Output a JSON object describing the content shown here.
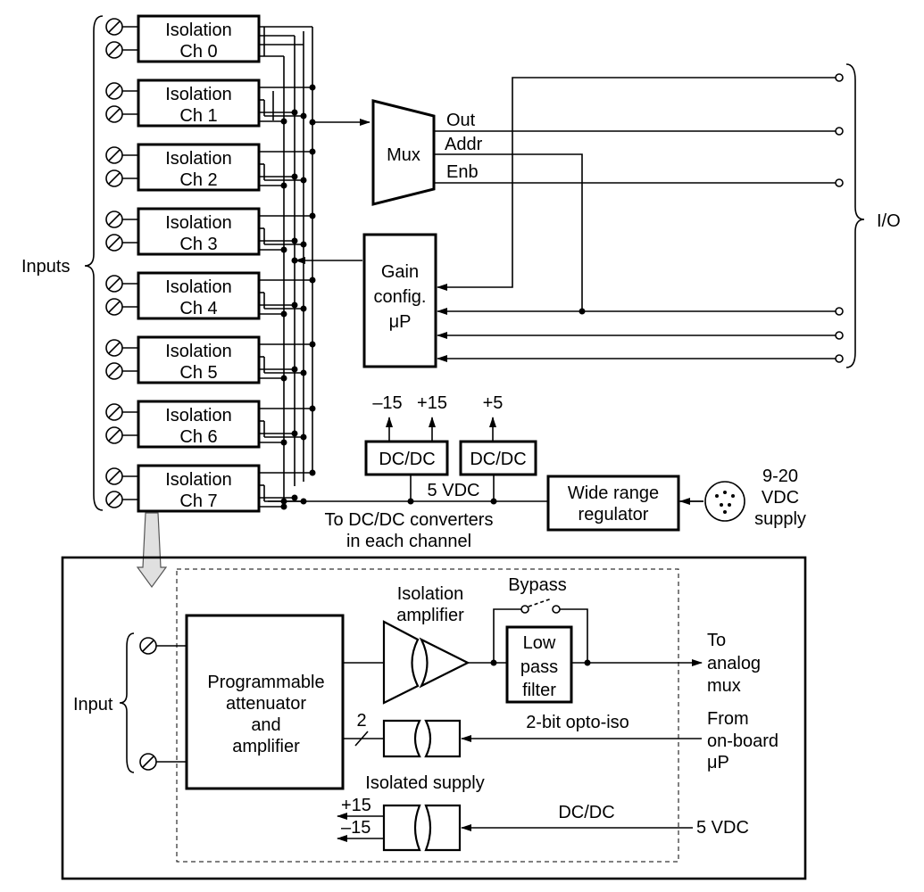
{
  "inputs_label": "Inputs",
  "io_label": "I/O",
  "channels": [
    {
      "line1": "Isolation",
      "line2": "Ch 0"
    },
    {
      "line1": "Isolation",
      "line2": "Ch 1"
    },
    {
      "line1": "Isolation",
      "line2": "Ch 2"
    },
    {
      "line1": "Isolation",
      "line2": "Ch 3"
    },
    {
      "line1": "Isolation",
      "line2": "Ch 4"
    },
    {
      "line1": "Isolation",
      "line2": "Ch 5"
    },
    {
      "line1": "Isolation",
      "line2": "Ch 6"
    },
    {
      "line1": "Isolation",
      "line2": "Ch 7"
    }
  ],
  "mux": {
    "label": "Mux",
    "out": "Out",
    "addr": "Addr",
    "enb": "Enb"
  },
  "gain": {
    "line1": "Gain",
    "line2": "config.",
    "line3": "μP"
  },
  "dcdc": {
    "left_label": "DC/DC",
    "right_label": "DC/DC",
    "minus15": "–15",
    "plus15": "+15",
    "plus5": "+5",
    "bus": "5 VDC"
  },
  "regulator": {
    "line1": "Wide range",
    "line2": "regulator"
  },
  "supply": {
    "line1": "9-20",
    "line2": "VDC",
    "line3": "supply"
  },
  "to_converters": {
    "line1": "To DC/DC converters",
    "line2": "in each channel"
  },
  "detail": {
    "input_label": "Input",
    "attenuator": {
      "line1": "Programmable",
      "line2": "attenuator",
      "line3": "and",
      "line4": "amplifier"
    },
    "iso_amp": {
      "line1": "Isolation",
      "line2": "amplifier"
    },
    "bypass": "Bypass",
    "lpf": {
      "line1": "Low",
      "line2": "pass",
      "line3": "filter"
    },
    "to_mux": {
      "line1": "To",
      "line2": "analog",
      "line3": "mux"
    },
    "two": "2",
    "opto": "2-bit opto-iso",
    "from_uP": {
      "line1": "From",
      "line2": "on-board",
      "line3": "μP"
    },
    "isolated_supply": "Isolated supply",
    "plus15": "+15",
    "minus15": "–15",
    "dcdc": "DC/DC",
    "vdc5": "5 VDC"
  }
}
